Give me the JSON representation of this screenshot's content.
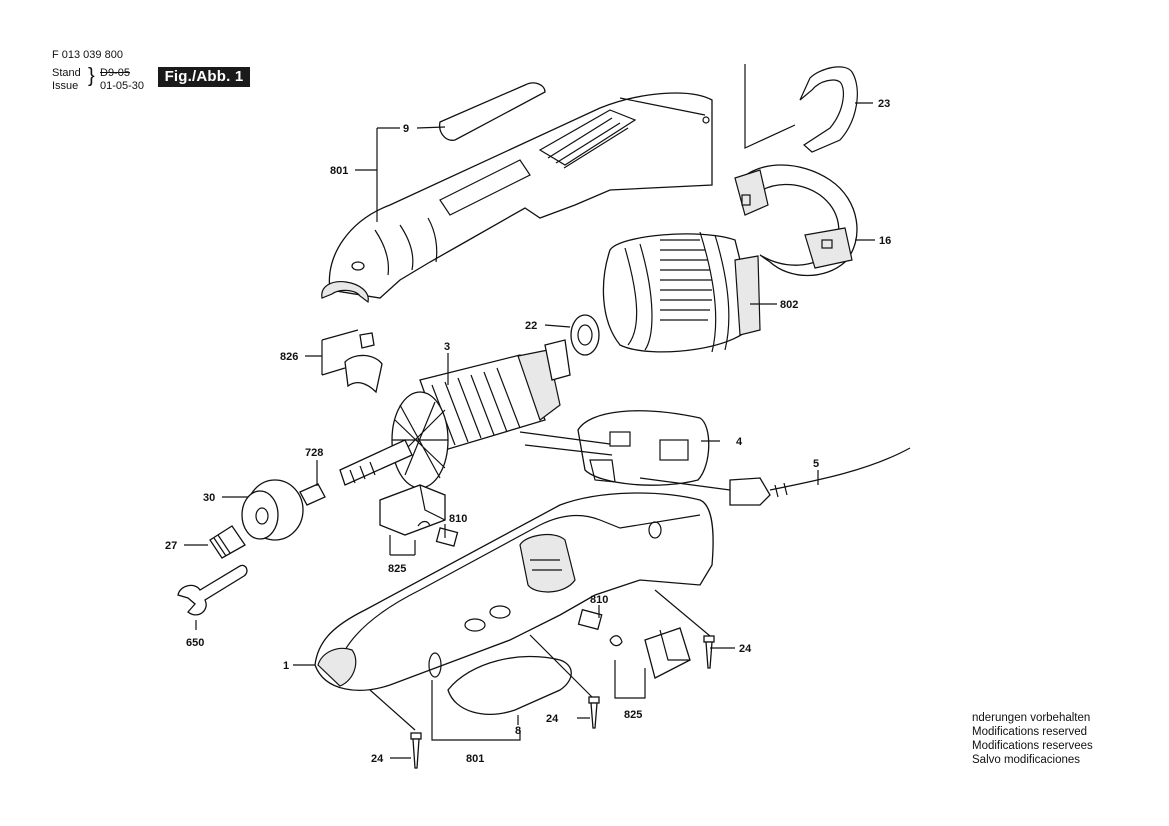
{
  "header": {
    "part_number": "F 013 039 800",
    "stand_label": "Stand",
    "stand_value": "D9-05",
    "issue_label": "Issue",
    "issue_value": "01-05-30",
    "figure_label": "Fig./Abb. 1"
  },
  "callouts": {
    "c9": "9",
    "c801_top": "801",
    "c23": "23",
    "c16": "16",
    "c802": "802",
    "c22": "22",
    "c826": "826",
    "c3": "3",
    "c4": "4",
    "c5": "5",
    "c728": "728",
    "c30": "30",
    "c810_a": "810",
    "c27": "27",
    "c825_a": "825",
    "c650": "650",
    "c810_b": "810",
    "c1": "1",
    "c24_right": "24",
    "c24_mid": "24",
    "c825_b": "825",
    "c8": "8",
    "c24_left": "24",
    "c801_bottom": "801"
  },
  "notes": [
    "nderungen vorbehalten",
    "Modifications reserved",
    "Modifications reservees",
    "Salvo modificaciones"
  ]
}
